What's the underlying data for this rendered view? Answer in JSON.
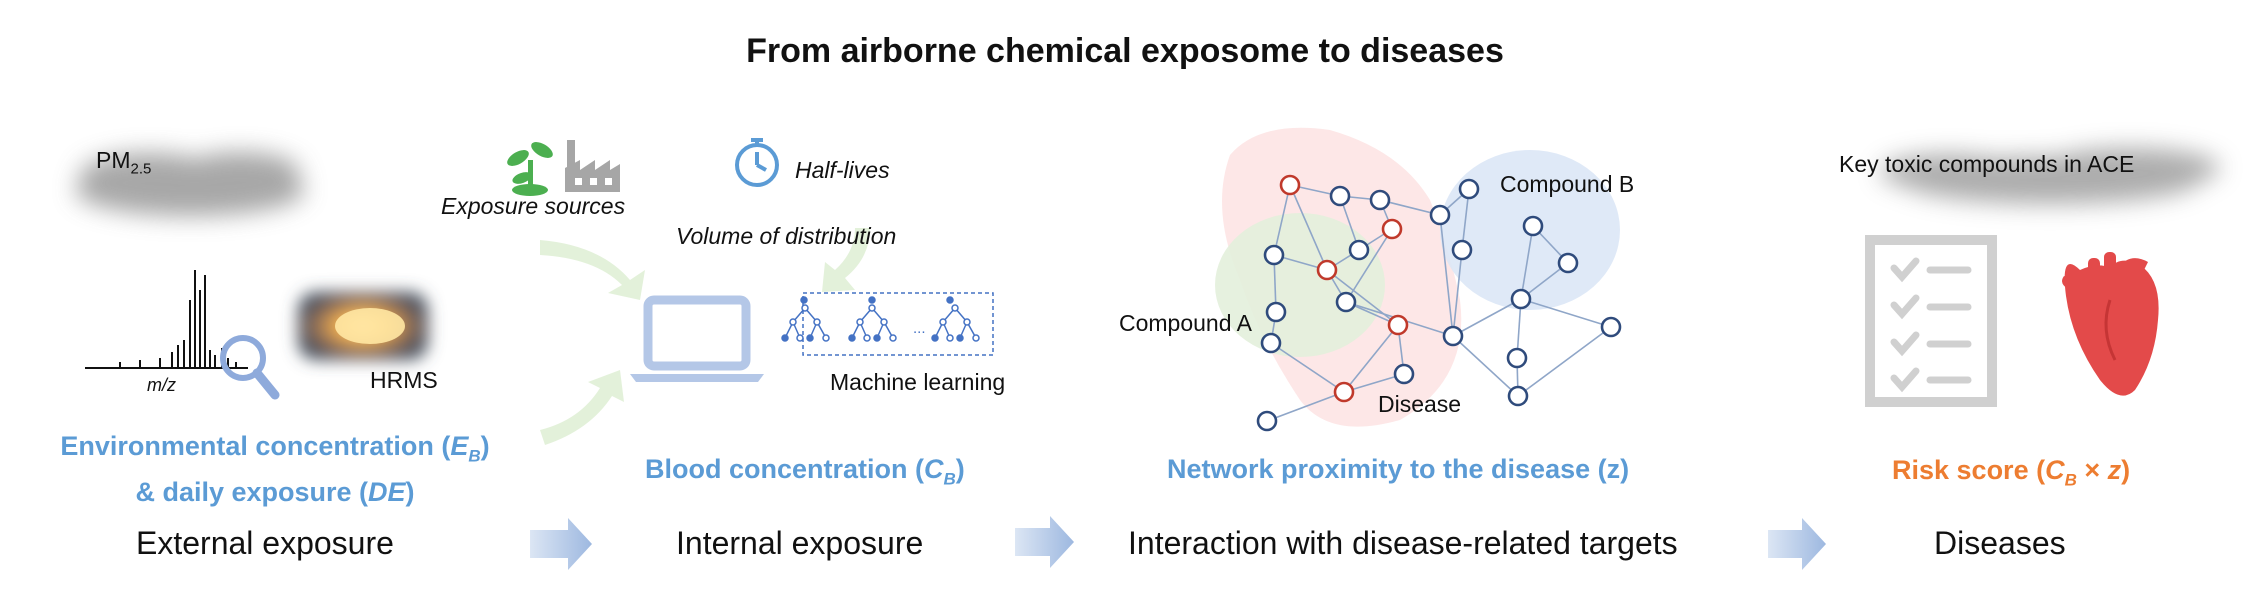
{
  "title": "From airborne chemical exposome to diseases",
  "pm": {
    "base": "PM",
    "sub": "2.5"
  },
  "spectrum": {
    "axis_label": "m/z"
  },
  "hrms_label": "HRMS",
  "exposure_sources_label": "Exposure sources",
  "half_lives_label": "Half-lives",
  "volume_label": "Volume of distribution",
  "ml": {
    "label": "Machine learning",
    "ellipsis": "..."
  },
  "network": {
    "compound_a": "Compound A",
    "compound_b": "Compound B",
    "disease": "Disease"
  },
  "key_toxic_label": "Key toxic compounds in ACE",
  "headings": {
    "env_line1_pre": "Environmental concentration (",
    "env_line1_var": "E",
    "env_line1_sub": "B",
    "env_line1_post": ")",
    "env_line2_pre": "& daily exposure (",
    "env_line2_var": "DE",
    "env_line2_post": ")",
    "blood_pre": "Blood concentration (",
    "blood_var": "C",
    "blood_sub": "B",
    "blood_post": ")",
    "network": "Network proximity to the disease (z)",
    "risk_pre": "Risk score (",
    "risk_var": "C",
    "risk_sub": "B",
    "risk_mid": " × ",
    "risk_var2": "z",
    "risk_post": ")"
  },
  "stages": [
    "External exposure",
    "Internal exposure",
    "Interaction with disease-related targets",
    "Diseases"
  ],
  "colors": {
    "accent_blue": "#5b9bd5",
    "accent_orange": "#ed7d31",
    "node_blue": "#2f4b7c",
    "node_red": "#c0392b",
    "heart": "#e34a4a",
    "arrow": "#b4c7e7",
    "plant": "#4caf50"
  }
}
